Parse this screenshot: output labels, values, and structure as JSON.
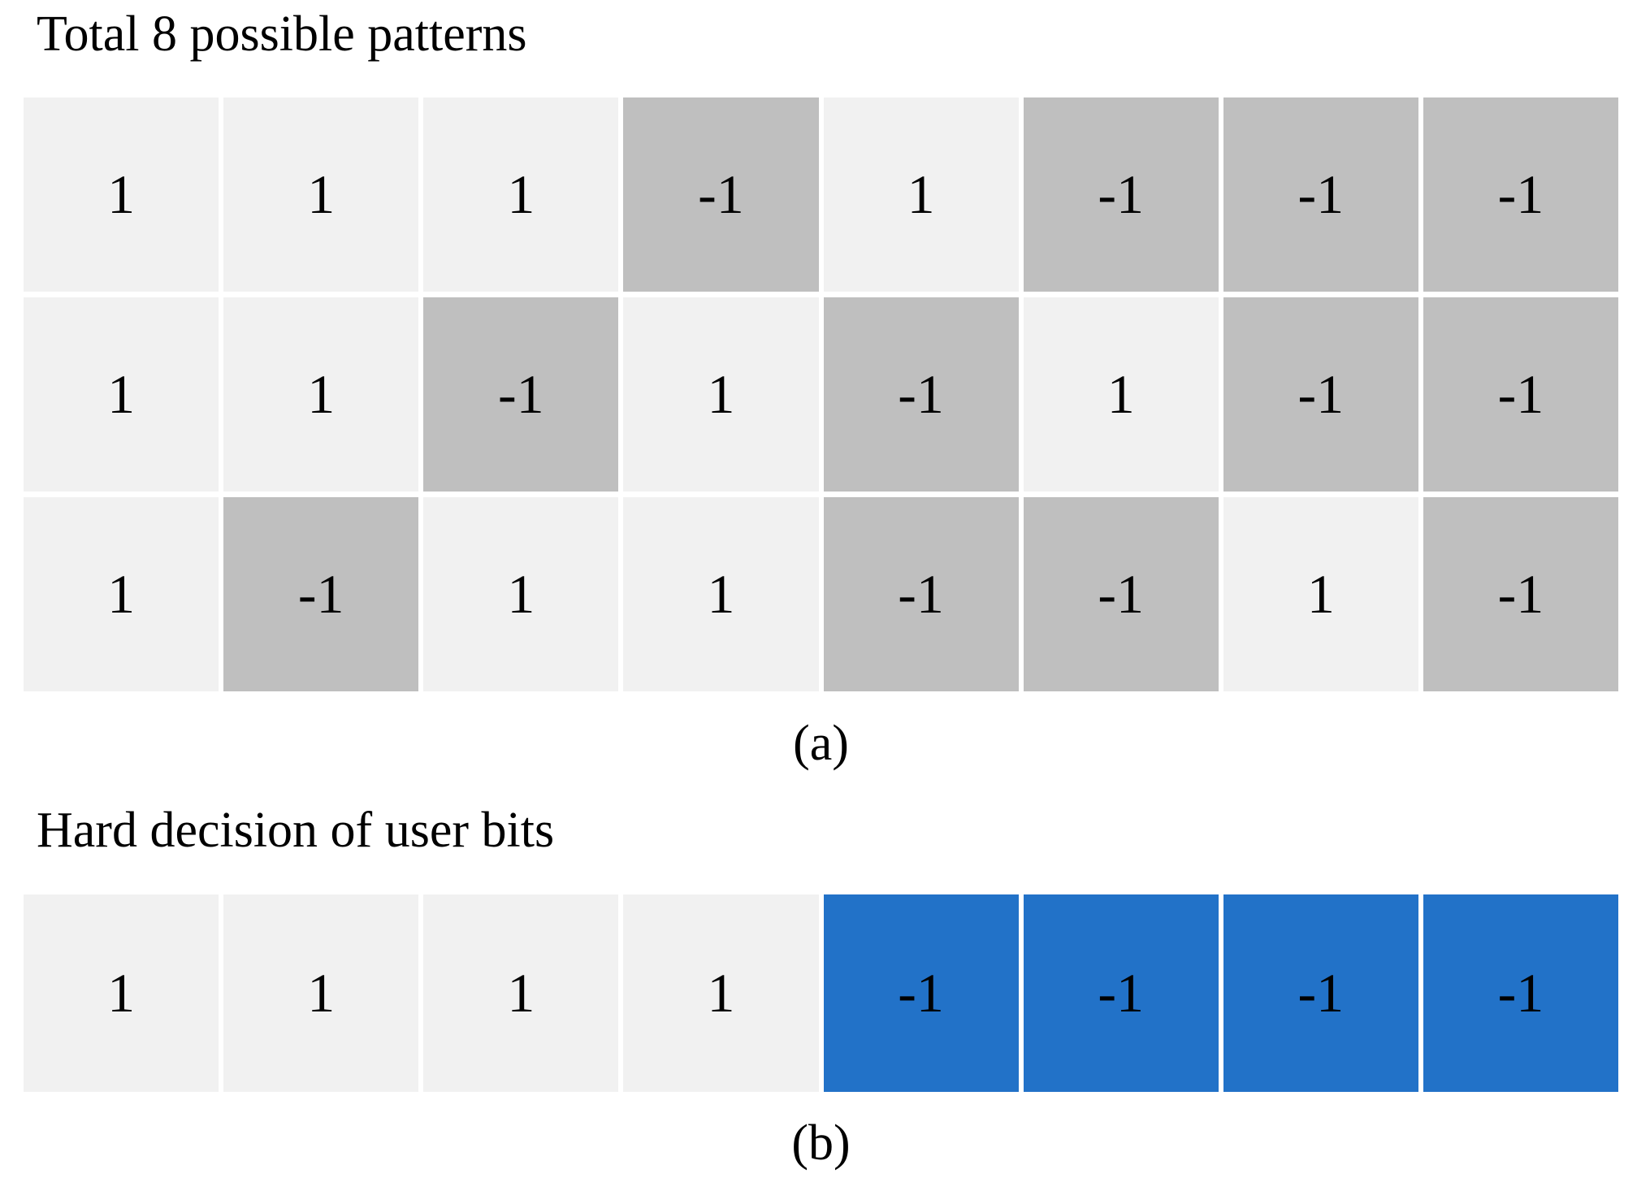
{
  "panel_a": {
    "title": "Total 8 possible patterns",
    "label": "(a)",
    "rows": [
      [
        1,
        1,
        1,
        -1,
        1,
        -1,
        -1,
        -1
      ],
      [
        1,
        1,
        -1,
        1,
        -1,
        1,
        -1,
        -1
      ],
      [
        1,
        -1,
        1,
        1,
        -1,
        -1,
        1,
        -1
      ]
    ]
  },
  "panel_b": {
    "title": "Hard decision of user bits",
    "label": "(b)",
    "rows": [
      [
        1,
        1,
        1,
        1,
        -1,
        -1,
        -1,
        -1
      ]
    ]
  },
  "colors": {
    "positive_cell": "#f1f1f1",
    "negative_cell_gray": "#bfbfbf",
    "negative_cell_blue": "#2272c8",
    "text": "#000000",
    "background": "#ffffff"
  }
}
